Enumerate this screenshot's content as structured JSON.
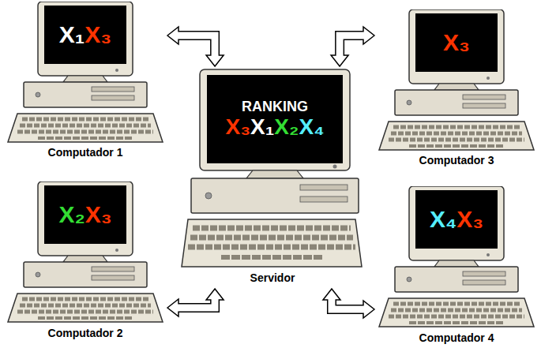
{
  "diagram": {
    "nodes": [
      {
        "text": [
          "X₁",
          "X₃",
          "Computador 1"
        ]
      },
      {
        "text": [
          "X₃",
          "Computador 3"
        ]
      },
      {
        "text": [
          "RANKING",
          "X₃",
          "X₁",
          "X₂",
          "X₄",
          "Servidor"
        ]
      },
      {
        "text": [
          "X₂",
          "X₃",
          "Computador 2"
        ]
      },
      {
        "text": [
          "X₄",
          "X₃",
          "Computador 4"
        ]
      }
    ],
    "edges": [
      {
        "from": 2,
        "to": 0,
        "arrow": "both"
      },
      {
        "from": 2,
        "to": 1,
        "arrow": "both"
      },
      {
        "from": 2,
        "to": 3,
        "arrow": "both"
      },
      {
        "from": 2,
        "to": 4,
        "arrow": "both"
      }
    ]
  }
}
